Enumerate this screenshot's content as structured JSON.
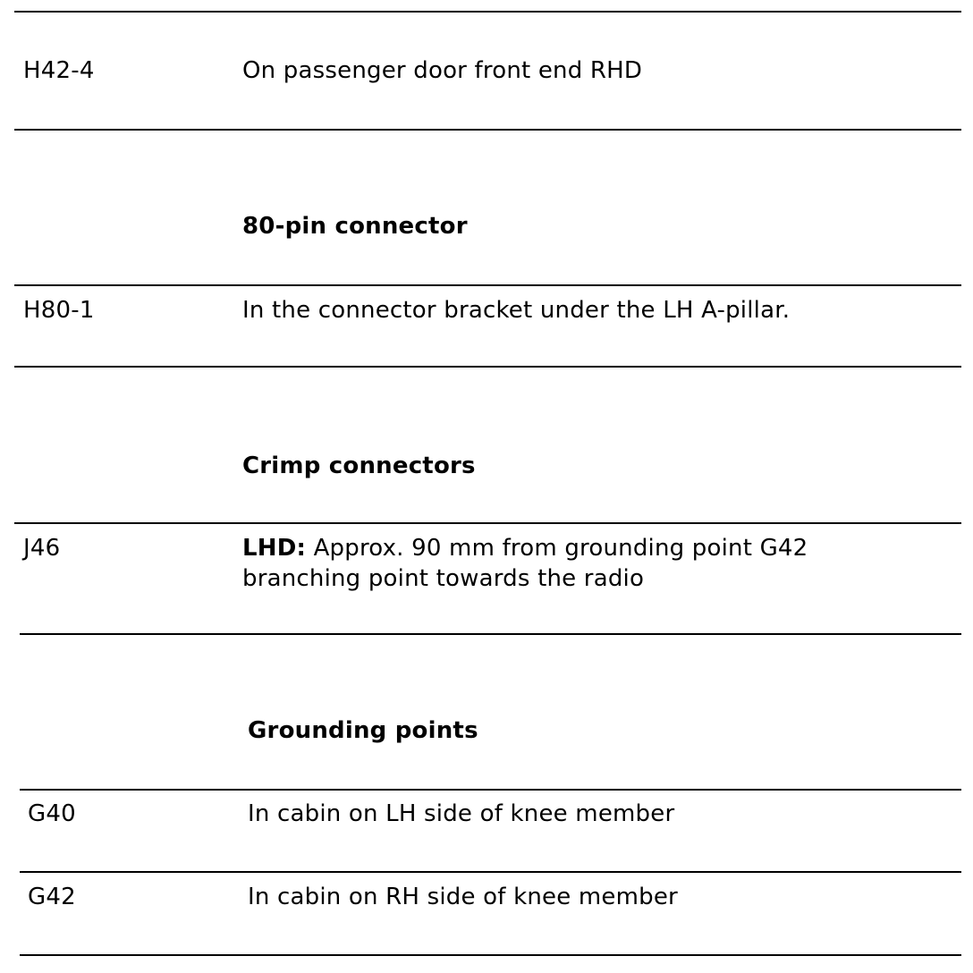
{
  "rows": [
    {
      "code": "H42-4",
      "description": "On passenger door front end RHD"
    },
    {
      "heading": "80-pin connector"
    },
    {
      "code": "H80-1",
      "description": "In the connector bracket under the LH A-pillar."
    },
    {
      "heading": "Crimp connectors"
    },
    {
      "code": "J46",
      "description_prefix": "LHD:",
      "description_line1": " Approx. 90 mm from grounding point G42",
      "description_line2": "branching point towards the radio"
    },
    {
      "heading": "Grounding points"
    },
    {
      "code": "G40",
      "description": "In cabin on LH side of knee member"
    },
    {
      "code": "G42",
      "description": "In cabin on RH side of knee member"
    }
  ]
}
